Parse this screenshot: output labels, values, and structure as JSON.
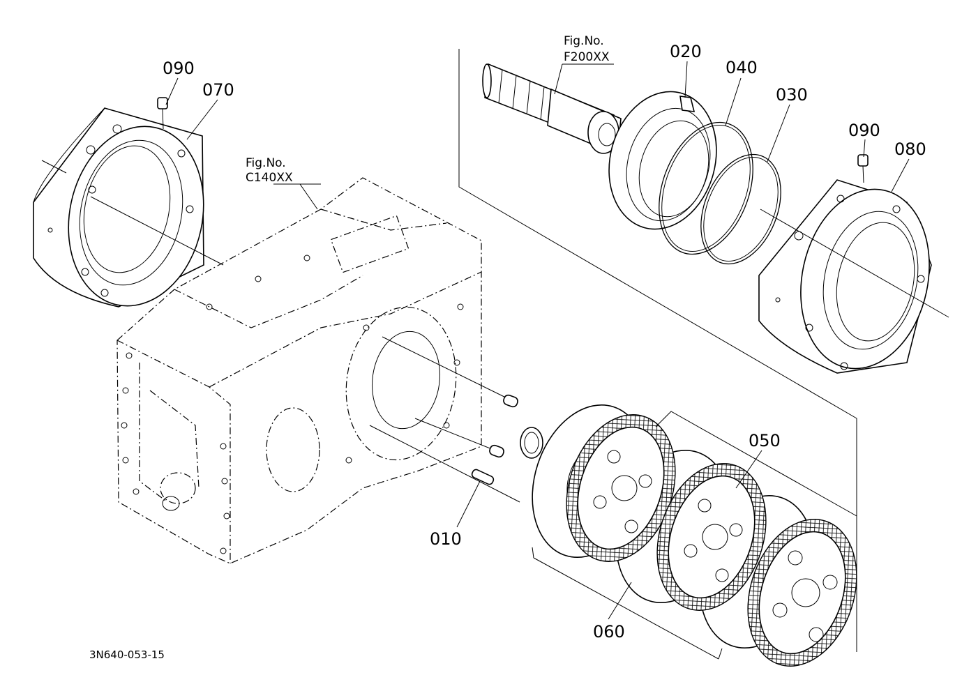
{
  "diagram": {
    "code": "3N640-053-15",
    "callouts": {
      "c010": "010",
      "c020": "020",
      "c030": "030",
      "c040": "040",
      "c050": "050",
      "c060": "060",
      "c070": "070",
      "c080": "080",
      "c090_left": "090",
      "c090_right": "090"
    },
    "figure_refs": {
      "shaft": {
        "line1": "Fig.No.",
        "line2": "F200XX"
      },
      "case": {
        "line1": "Fig.No.",
        "line2": "C140XX"
      }
    }
  }
}
